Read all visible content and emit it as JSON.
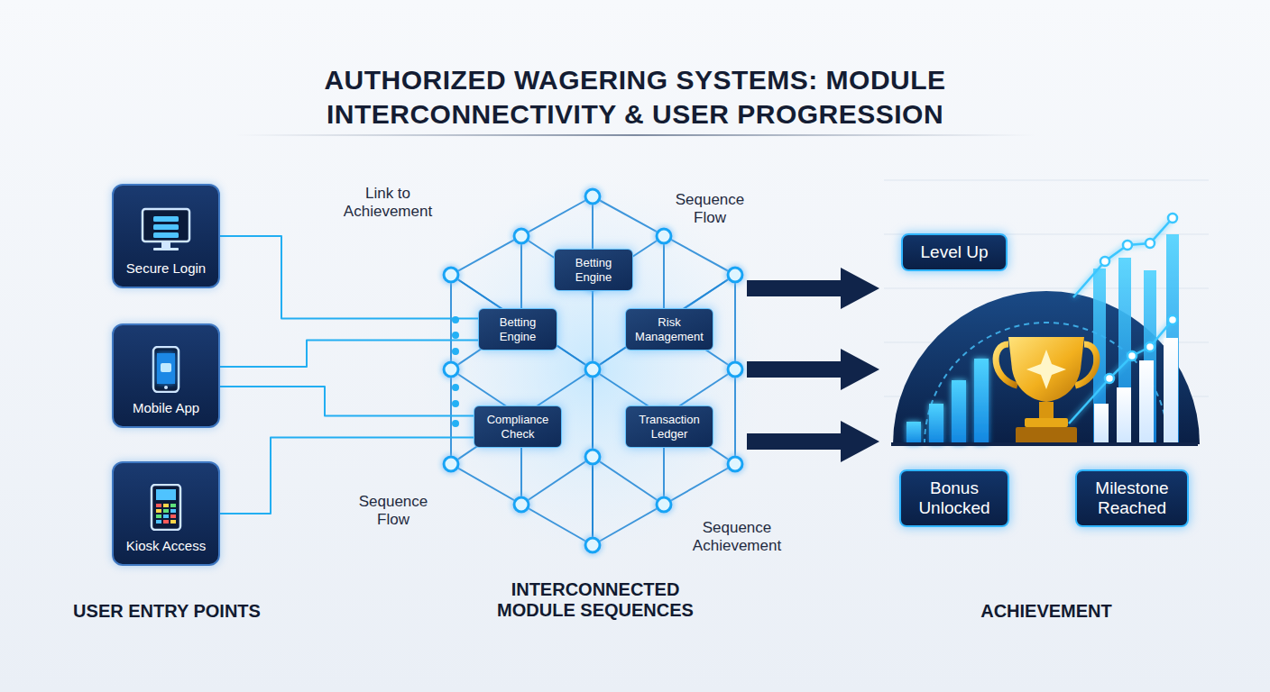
{
  "diagram": {
    "title": "AUTHORIZED WAGERING SYSTEMS: MODULE INTERCONNECTIVITY & USER PROGRESSION",
    "nodes": [
      {
        "text": [
          "Secure Login"
        ]
      },
      {
        "text": [
          "Mobile App"
        ]
      },
      {
        "text": [
          "Kiosk Access"
        ]
      },
      {
        "text": [
          "Betting Engine"
        ]
      },
      {
        "text": [
          "Betting Engine"
        ]
      },
      {
        "text": [
          "Risk Management"
        ]
      },
      {
        "text": [
          "Compliance Check"
        ]
      },
      {
        "text": [
          "Transaction Ledger"
        ]
      },
      {
        "text": [
          "Level Up"
        ]
      },
      {
        "text": [
          "Bonus Unlocked"
        ]
      },
      {
        "text": [
          "Milestone Reached"
        ]
      }
    ],
    "edges": [
      {
        "from": 0,
        "to": 4,
        "arrow": "none"
      },
      {
        "from": 1,
        "to": 4,
        "arrow": "none"
      },
      {
        "from": 1,
        "to": 6,
        "arrow": "none"
      },
      {
        "from": 2,
        "to": 6,
        "arrow": "none"
      }
    ],
    "labels": [
      "Link to Achievement",
      "Sequence Flow",
      "Sequence Flow",
      "Sequence Achievement",
      "USER ENTRY POINTS",
      "INTERCONNECTED MODULE SEQUENCES",
      "ACHIEVEMENT"
    ]
  }
}
